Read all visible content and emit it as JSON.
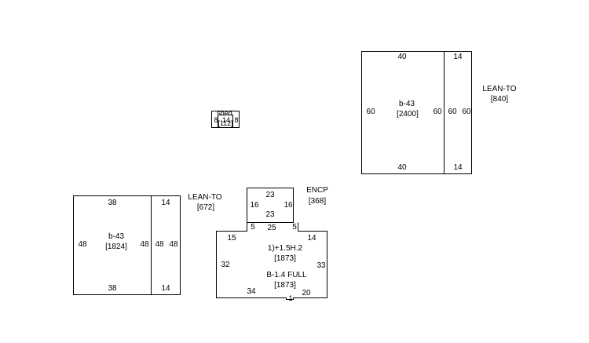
{
  "shed": {
    "label": "shed",
    "area": "[112]",
    "left_dim": "8",
    "top_dim": "14",
    "right_dim": "8"
  },
  "block_top_right": {
    "main": {
      "label": "b-43",
      "area": "[2400]",
      "top": "40",
      "bottom": "40",
      "left": "60",
      "right": "60"
    },
    "leanto": {
      "top": "14",
      "bottom": "14",
      "left": "60",
      "right": "60",
      "label": "LEAN-TO",
      "area": "[840]"
    }
  },
  "block_bottom_left": {
    "main": {
      "label": "b-43",
      "area": "[1824]",
      "top": "38",
      "bottom": "38",
      "left": "48",
      "right": "48"
    },
    "leanto": {
      "top": "14",
      "bottom": "14",
      "left": "48",
      "right": "48",
      "label": "LEAN-TO",
      "area": "[672]"
    }
  },
  "block_center": {
    "encp": {
      "label": "ENCP",
      "area": "[368]",
      "top": "23",
      "bottom": "23",
      "left": "16",
      "right": "16"
    },
    "house": {
      "step_left": "5",
      "step_mid": "25",
      "step_right": "5",
      "top_left": "15",
      "top_right": "14",
      "left": "32",
      "right": "33",
      "bottom_left": "34",
      "bottom_right": "20",
      "bottom_step": "1",
      "line1": "1)+1.5H.2",
      "area1": "[1873]",
      "line2": "B-1.4 FULL",
      "area2": "[1873]"
    }
  }
}
